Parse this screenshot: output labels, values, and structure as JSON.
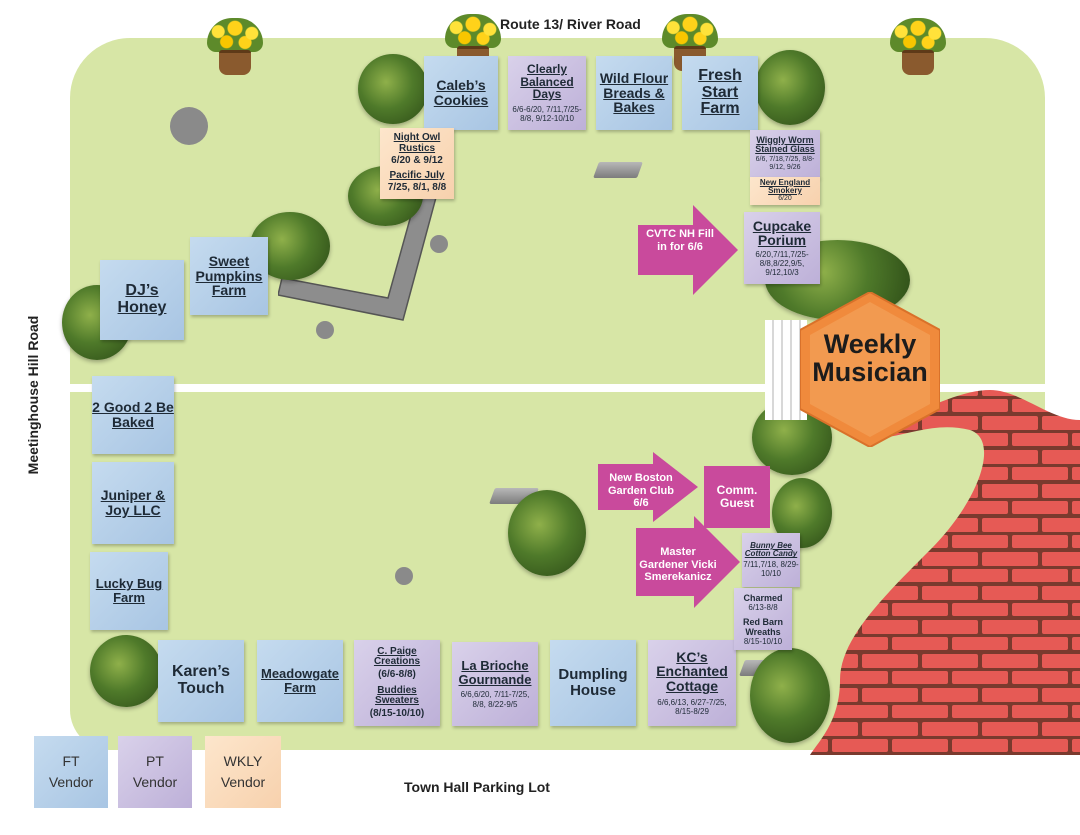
{
  "roads": {
    "top": "Route 13/ River Road",
    "left": "Meetinghouse Hill Road",
    "bottom": "Town Hall Parking Lot"
  },
  "colors": {
    "full_time": "#a8c5e3",
    "part_time": "#bdb0d8",
    "weekly": "#f7d1ad",
    "guest_arrow": "#c94a9c",
    "lawn": "#d7e6a6",
    "brick": "#e65a55",
    "gazebo": "#f08a3c"
  },
  "booths": {
    "calebs_cookies": {
      "name": "Caleb’s Cookies"
    },
    "clearly_balanced": {
      "name": "Clearly Balanced Days",
      "dates": "6/6-6/20, 7/11,7/25-8/8, 9/12-10/10"
    },
    "wild_flour": {
      "name": "Wild Flour Breads & Bakes"
    },
    "fresh_start": {
      "name": "Fresh Start Farm"
    },
    "night_owl": {
      "name": "Night Owl Rustics",
      "dates": "6/20 & 9/12"
    },
    "pacific_july": {
      "name": "Pacific July",
      "dates": "7/25, 8/1, 8/8"
    },
    "wiggly_worm": {
      "name": "Wiggly Worm Stained Glass",
      "dates": "6/6, 7/18,7/25, 8/8-9/12, 9/26"
    },
    "ne_smokery": {
      "name": "New England Smokery",
      "dates": "6/20"
    },
    "cupcake_porium": {
      "name": "Cupcake Porium",
      "dates": "6/20,7/11,7/25-8/8,8/22,9/5, 9/12,10/3"
    },
    "sweet_pumpkins": {
      "name": "Sweet Pumpkins Farm"
    },
    "djs_honey": {
      "name": "DJ’s Honey"
    },
    "two_good": {
      "name": "2 Good 2 Be Baked"
    },
    "juniper_joy": {
      "name": "Juniper & Joy LLC"
    },
    "lucky_bug": {
      "name": "Lucky Bug Farm"
    },
    "karens_touch": {
      "name": "Karen’s Touch"
    },
    "meadowgate": {
      "name": "Meadowgate Farm"
    },
    "c_paige": {
      "name": "C. Paige Creations",
      "dates": "(6/6-8/8)"
    },
    "buddies": {
      "name": "Buddies Sweaters",
      "dates": "(8/15-10/10)"
    },
    "la_brioche": {
      "name": "La Brioche Gourmande",
      "dates": "6/6,6/20, 7/11-7/25, 8/8, 8/22-9/5"
    },
    "dumpling": {
      "name": "Dumpling House"
    },
    "kcs_cottage": {
      "name": "KC’s Enchanted Cottage",
      "dates": "6/6,6/13, 6/27-7/25, 8/15-8/29"
    },
    "bunny_bee": {
      "name": "Bunny Bee Cotton Candy",
      "dates": "7/11,7/18, 8/29-10/10"
    },
    "charmed": {
      "name": "Charmed",
      "dates": "6/13-8/8"
    },
    "red_barn": {
      "name": "Red Barn Wreaths",
      "dates": "8/15-10/10"
    },
    "comm_guest": {
      "name": "Comm. Guest"
    }
  },
  "arrows": {
    "cvtc": "CVTC NH Fill in for 6/6",
    "garden_club": "New Boston Garden Club 6/6",
    "master_gardener": "Master Gardener Vicki Smerekanicz"
  },
  "stage": {
    "label": "Weekly Musician"
  },
  "legend": {
    "ft": "FT Vendor",
    "pt": "PT Vendor",
    "wkly": "WKLY Vendor"
  }
}
